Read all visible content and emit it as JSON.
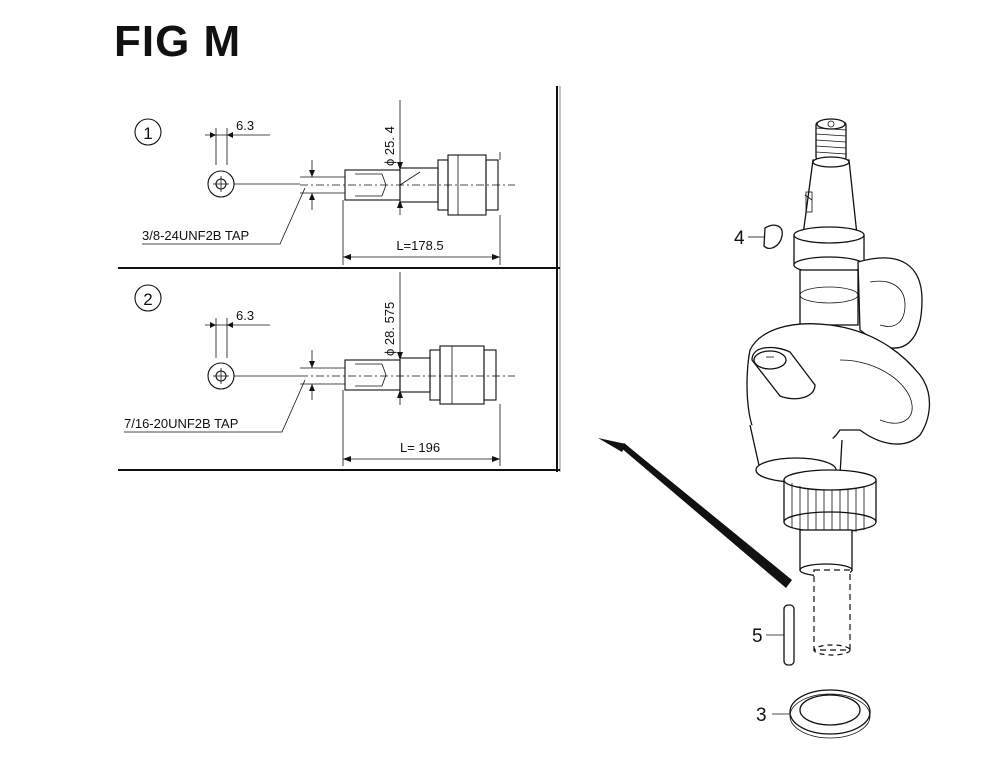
{
  "figure": {
    "title": "FIG M"
  },
  "details": [
    {
      "index": "1",
      "offset": "6.3",
      "diameter": "ϕ 25. 4",
      "tap": "3/8-24UNF2B TAP",
      "length": "L=178.5"
    },
    {
      "index": "2",
      "offset": "6.3",
      "diameter": "ϕ 28. 575",
      "tap": "7/16-20UNF2B TAP",
      "length": "L= 196"
    }
  ],
  "callouts": {
    "part_3": "3",
    "part_4": "4",
    "part_5": "5"
  }
}
